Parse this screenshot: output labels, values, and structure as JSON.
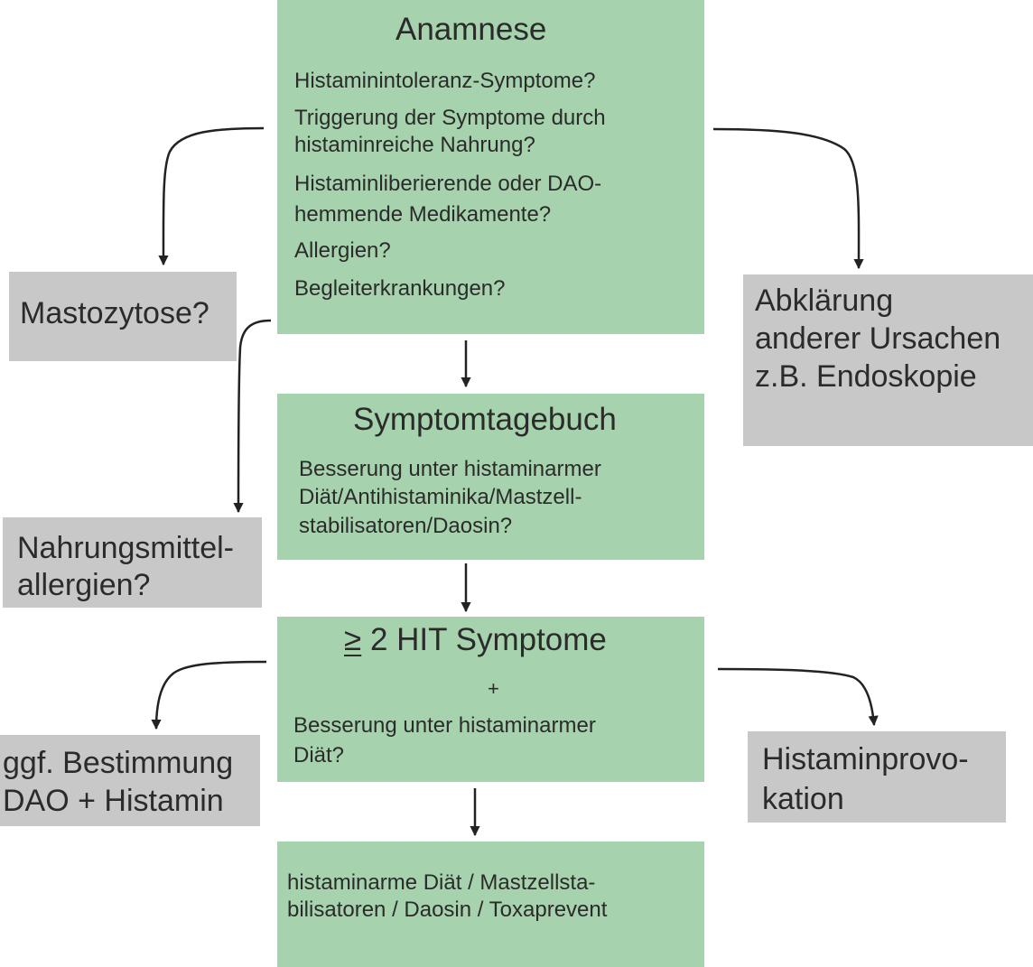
{
  "colors": {
    "green_box": "#a6d3ad",
    "gray_box": "#c8c8c8",
    "text": "#2b2b2b",
    "arrow": "#222222"
  },
  "anamnese": {
    "title": "Anamnese",
    "lines": [
      "Histaminintoleranz-Symptome?",
      "Triggerung der Symptome durch",
      "histaminreiche Nahrung?",
      "Histaminliberierende oder DAO-",
      "hemmende Medikamente?",
      "Allergien?",
      "Begleiterkrankungen?"
    ]
  },
  "symptomtagebuch": {
    "title": "Symptomtagebuch",
    "lines": [
      "Besserung unter histaminarmer",
      "Diät/Antihistaminika/Mastzell-",
      "stabilisatoren/Daosin?"
    ]
  },
  "hit": {
    "title_symbol": "≥",
    "title_rest": " 2 HIT Symptome",
    "plus": "+",
    "lines": [
      "Besserung unter histaminarmer",
      "Diät?"
    ]
  },
  "therapie": {
    "lines": [
      "histaminarme Diät / Mastzellsta-",
      "bilisatoren / Daosin / Toxaprevent"
    ]
  },
  "mastozytose": {
    "lines": [
      "Mastozytose?"
    ]
  },
  "abklaerung": {
    "lines": [
      "Abklärung",
      "anderer Ursachen",
      "z.B. Endoskopie"
    ]
  },
  "nahrungsmittel": {
    "lines": [
      "Nahrungsmittel-",
      "allergien?"
    ]
  },
  "bestimmung": {
    "lines": [
      "ggf. Bestimmung",
      "DAO + Histamin"
    ]
  },
  "provokation": {
    "lines": [
      "Histaminprovo-",
      "kation"
    ]
  }
}
